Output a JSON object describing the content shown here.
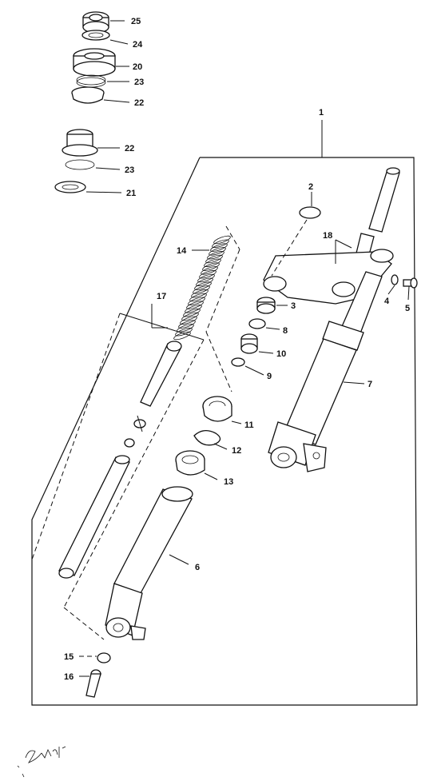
{
  "labels": {
    "p1": "1",
    "p2": "2",
    "p3": "3",
    "p4": "4",
    "p5": "5",
    "p6": "6",
    "p7": "7",
    "p8": "8",
    "p9": "9",
    "p10": "10",
    "p11": "11",
    "p12": "12",
    "p13": "13",
    "p14": "14",
    "p15": "15",
    "p16": "16",
    "p17": "17",
    "p18": "18",
    "p20": "20",
    "p21": "21",
    "p22a": "22",
    "p22b": "22",
    "p23a": "23",
    "p23b": "23",
    "p24": "24",
    "p25": "25"
  }
}
